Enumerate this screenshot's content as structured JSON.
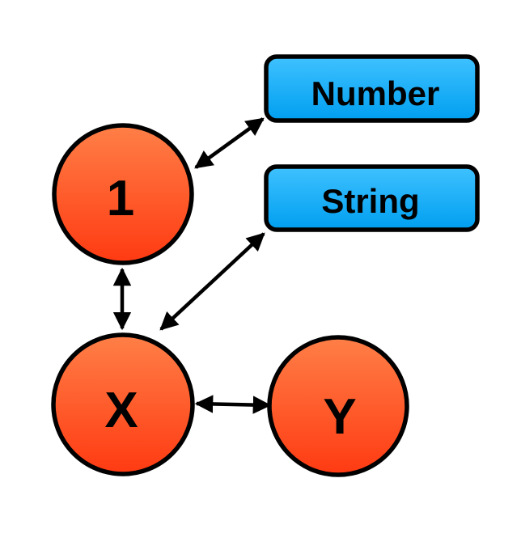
{
  "diagram": {
    "type_boxes": {
      "number": {
        "label": "Number"
      },
      "string": {
        "label": "String"
      }
    },
    "nodes": {
      "one": {
        "label": "1"
      },
      "x": {
        "label": "X"
      },
      "y": {
        "label": "Y"
      }
    },
    "edges": [
      {
        "from": "one",
        "to": "number",
        "direction": "bidirectional"
      },
      {
        "from": "x",
        "to": "string",
        "direction": "bidirectional"
      },
      {
        "from": "one",
        "to": "x",
        "direction": "bidirectional"
      },
      {
        "from": "x",
        "to": "y",
        "direction": "bidirectional"
      }
    ],
    "colors": {
      "node_fill_top": "#ff7f47",
      "node_fill_bottom": "#ff3a12",
      "box_fill_top": "#3fc1ff",
      "box_fill_bottom": "#009ff0",
      "stroke": "#000000",
      "background": "#ffffff"
    }
  }
}
